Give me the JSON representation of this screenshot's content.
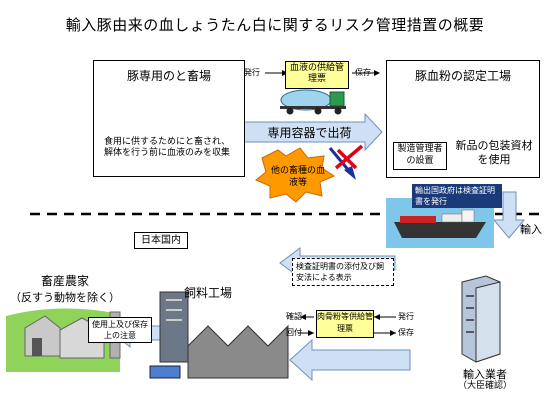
{
  "title": "輸入豚由来の血しょうたん白に関するリスク管理措置の概要",
  "farm": {
    "heading": "豚専用のと畜場",
    "description": "食用に供するためにと畜され、解体を行う前に血液のみを収集"
  },
  "supply_slip": {
    "label": "血液の供給管理票"
  },
  "issue_label_top": "発行",
  "store_label_top": "保存",
  "certified_plant": {
    "heading": "豚血粉の認定工場"
  },
  "manager_box": {
    "label": "製造管理者の設置"
  },
  "packaging_box": {
    "label": "新品の包装資材を使用"
  },
  "dedicated_container": {
    "label": "専用容器で出荷"
  },
  "other_blood": {
    "label": "他の畜種の血液等"
  },
  "exporter_cert": {
    "label": "輸出国政府は検査証明書を発行"
  },
  "import_label": "輸入",
  "domestic_label": "日本国内",
  "attach_cert": {
    "label": "検査証明書の添付及び飼安法による表示"
  },
  "livestock_farmer": {
    "heading": "畜産農家",
    "subheading": "（反すう動物を除く）"
  },
  "feed_factory": {
    "heading": "飼料工場"
  },
  "usage_note": {
    "label": "使用上及び保存上の注意"
  },
  "confirm_label": "確認",
  "collect_label": "回付",
  "issue_label_bottom": "発行",
  "store_label_bottom": "保存",
  "bonemeal_slip": {
    "label": "肉骨粉等供給管理票"
  },
  "importer": {
    "heading": "輸入業者",
    "subheading": "（大臣確認）"
  },
  "colors": {
    "arrow_blue": "#cfe0f4",
    "arrow_border": "#6c8fbd",
    "yellow_box": "#ffff99",
    "orange_burst": "#ff9900",
    "dark_blue_box": "#1a3a7a",
    "green_field": "#8fd35a"
  }
}
